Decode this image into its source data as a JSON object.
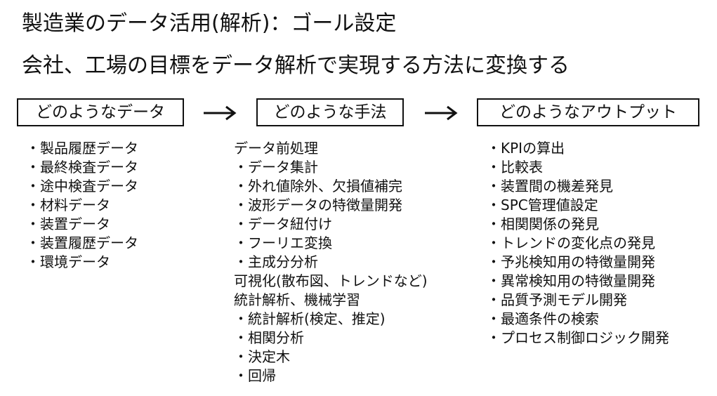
{
  "title": "製造業のデータ活用(解析)：ゴール設定",
  "subtitle": "会社、工場の目標をデータ解析で実現する方法に変換する",
  "columns": [
    {
      "heading": "どのようなデータ",
      "items": [
        "・製品履歴データ",
        "・最終検査データ",
        "・途中検査データ",
        "・材料データ",
        "・装置データ",
        "・装置履歴データ",
        "・環境データ"
      ]
    },
    {
      "heading": "どのような手法",
      "items": [
        "データ前処理",
        "・データ集計",
        "・外れ値除外、欠損値補完",
        "・波形データの特徴量開発",
        "・データ紐付け",
        "・フーリエ変換",
        "・主成分分析",
        "可視化(散布図、トレンドなど)",
        "統計解析、機械学習",
        "・統計解析(検定、推定)",
        "・相関分析",
        "・決定木",
        "・回帰"
      ]
    },
    {
      "heading": "どのようなアウトプット",
      "items": [
        "・KPIの算出",
        "・比較表",
        "・装置間の機差発見",
        "・SPC管理値設定",
        "・相関関係の発見",
        "・トレンドの変化点の発見",
        "・予兆検知用の特徴量開発",
        "・異常検知用の特徴量開発",
        "・品質予測モデル開発",
        "・最適条件の検索",
        "・プロセス制御ロジック開発"
      ]
    }
  ],
  "arrow_icon": "right-arrow-icon"
}
